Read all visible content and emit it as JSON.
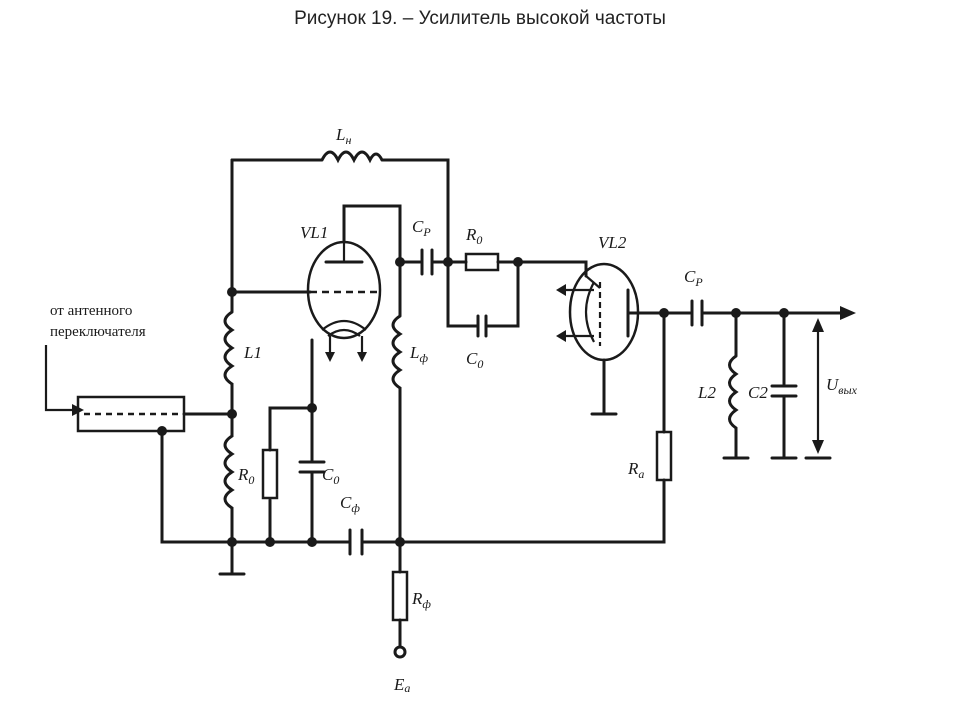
{
  "page": {
    "title": "Рисунок 19.   – Усилитель высокой частоты"
  },
  "annotations": {
    "input_caption_line1": "от антенного",
    "input_caption_line2": "переключателя"
  },
  "components": {
    "ln": {
      "main": "L",
      "sub": "н"
    },
    "vl1": {
      "main": "VL1",
      "sub": ""
    },
    "vl2": {
      "main": "VL2",
      "sub": ""
    },
    "cp1": {
      "main": "C",
      "sub": "P"
    },
    "cp2": {
      "main": "C",
      "sub": "P"
    },
    "r0_top": {
      "main": "R",
      "sub": "0"
    },
    "c0_top": {
      "main": "C",
      "sub": "0"
    },
    "l1": {
      "main": "L1",
      "sub": ""
    },
    "lf": {
      "main": "L",
      "sub": "ф"
    },
    "r0_left": {
      "main": "R",
      "sub": "0"
    },
    "c0_left": {
      "main": "C",
      "sub": "0"
    },
    "cf": {
      "main": "C",
      "sub": "ф"
    },
    "rf": {
      "main": "R",
      "sub": "ф"
    },
    "ea": {
      "main": "E",
      "sub": "a"
    },
    "ra": {
      "main": "R",
      "sub": "a"
    },
    "l2": {
      "main": "L2",
      "sub": ""
    },
    "c2": {
      "main": "C2",
      "sub": ""
    },
    "uout": {
      "main": "U",
      "sub": "вых"
    }
  },
  "colors": {
    "ink": "#1a1a1a",
    "background": "#ffffff"
  }
}
